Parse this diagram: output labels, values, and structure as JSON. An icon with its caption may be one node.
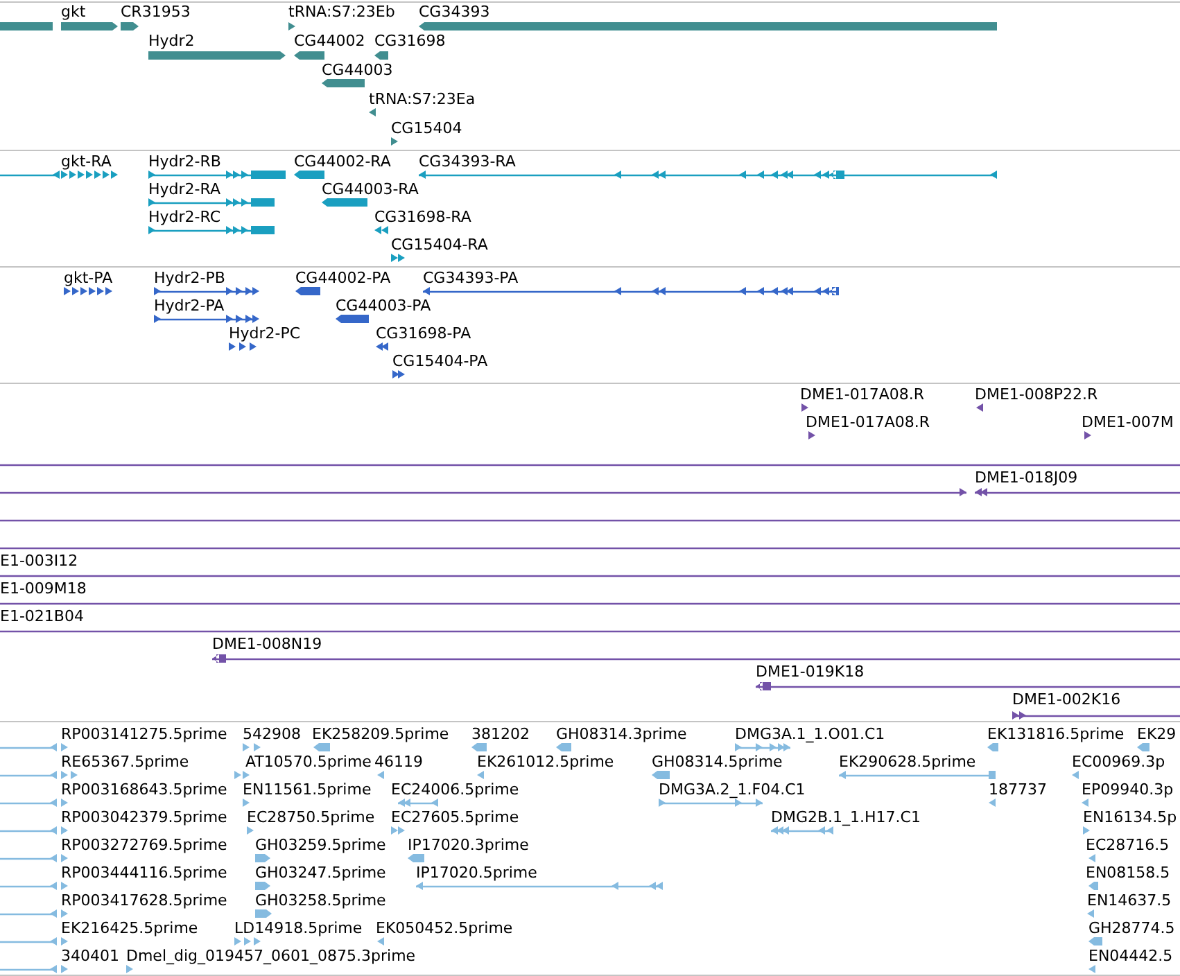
{
  "diagram": {
    "labels": [
      "gkt",
      "CR31953",
      "tRNA:S7:23Eb",
      "CG34393",
      "Hydr2",
      "CG44002",
      "CG31698",
      "CG44003",
      "tRNA:S7:23Ea",
      "CG15404",
      "gkt-RA",
      "Hydr2-RB",
      "CG44002-RA",
      "CG34393-RA",
      "Hydr2-RA",
      "CG44003-RA",
      "Hydr2-RC",
      "CG31698-RA",
      "CG15404-RA",
      "gkt-PA",
      "Hydr2-PB",
      "CG44002-PA",
      "CG34393-PA",
      "Hydr2-PA",
      "CG44003-PA",
      "Hydr2-PC",
      "CG31698-PA",
      "CG15404-PA",
      "DME1-017A08.R",
      "DME1-008P22.R",
      "DME1-017A08.R",
      "DME1-007M",
      "DME1-018J09",
      "E1-003I12",
      "E1-009M18",
      "E1-021B04",
      "DME1-008N19",
      "DME1-019K18",
      "DME1-002K16",
      "RP003141275.5prime",
      "542908",
      "EK258209.5prime",
      "381202",
      "GH08314.3prime",
      "DMG3A.1_1.O01.C1",
      "EK131816.5prime",
      "EK29",
      "RE65367.5prime",
      "AT10570.5prime",
      "46119",
      "EK261012.5prime",
      "GH08314.5prime",
      "EK290628.5prime",
      "EC00969.3p",
      "RP003168643.5prime",
      "EN11561.5prime",
      "EC24006.5prime",
      "DMG3A.2_1.F04.C1",
      "187737",
      "EP09940.3p",
      "RP003042379.5prime",
      "EC28750.5prime",
      "EC27605.5prime",
      "DMG2B.1_1.H17.C1",
      "EN16134.5p",
      "RP003272769.5prime",
      "GH03259.5prime",
      "IP17020.3prime",
      "EC28716.5",
      "RP003444116.5prime",
      "GH03247.5prime",
      "IP17020.5prime",
      "EN08158.5",
      "RP003417628.5prime",
      "GH03258.5prime",
      "EN14637.5",
      "EK216425.5prime",
      "LD14918.5prime",
      "EK050452.5prime",
      "GH28774.5",
      "340401",
      "Dmel_dig_019457_0601_0875.3prime",
      "EN04442.5"
    ]
  }
}
